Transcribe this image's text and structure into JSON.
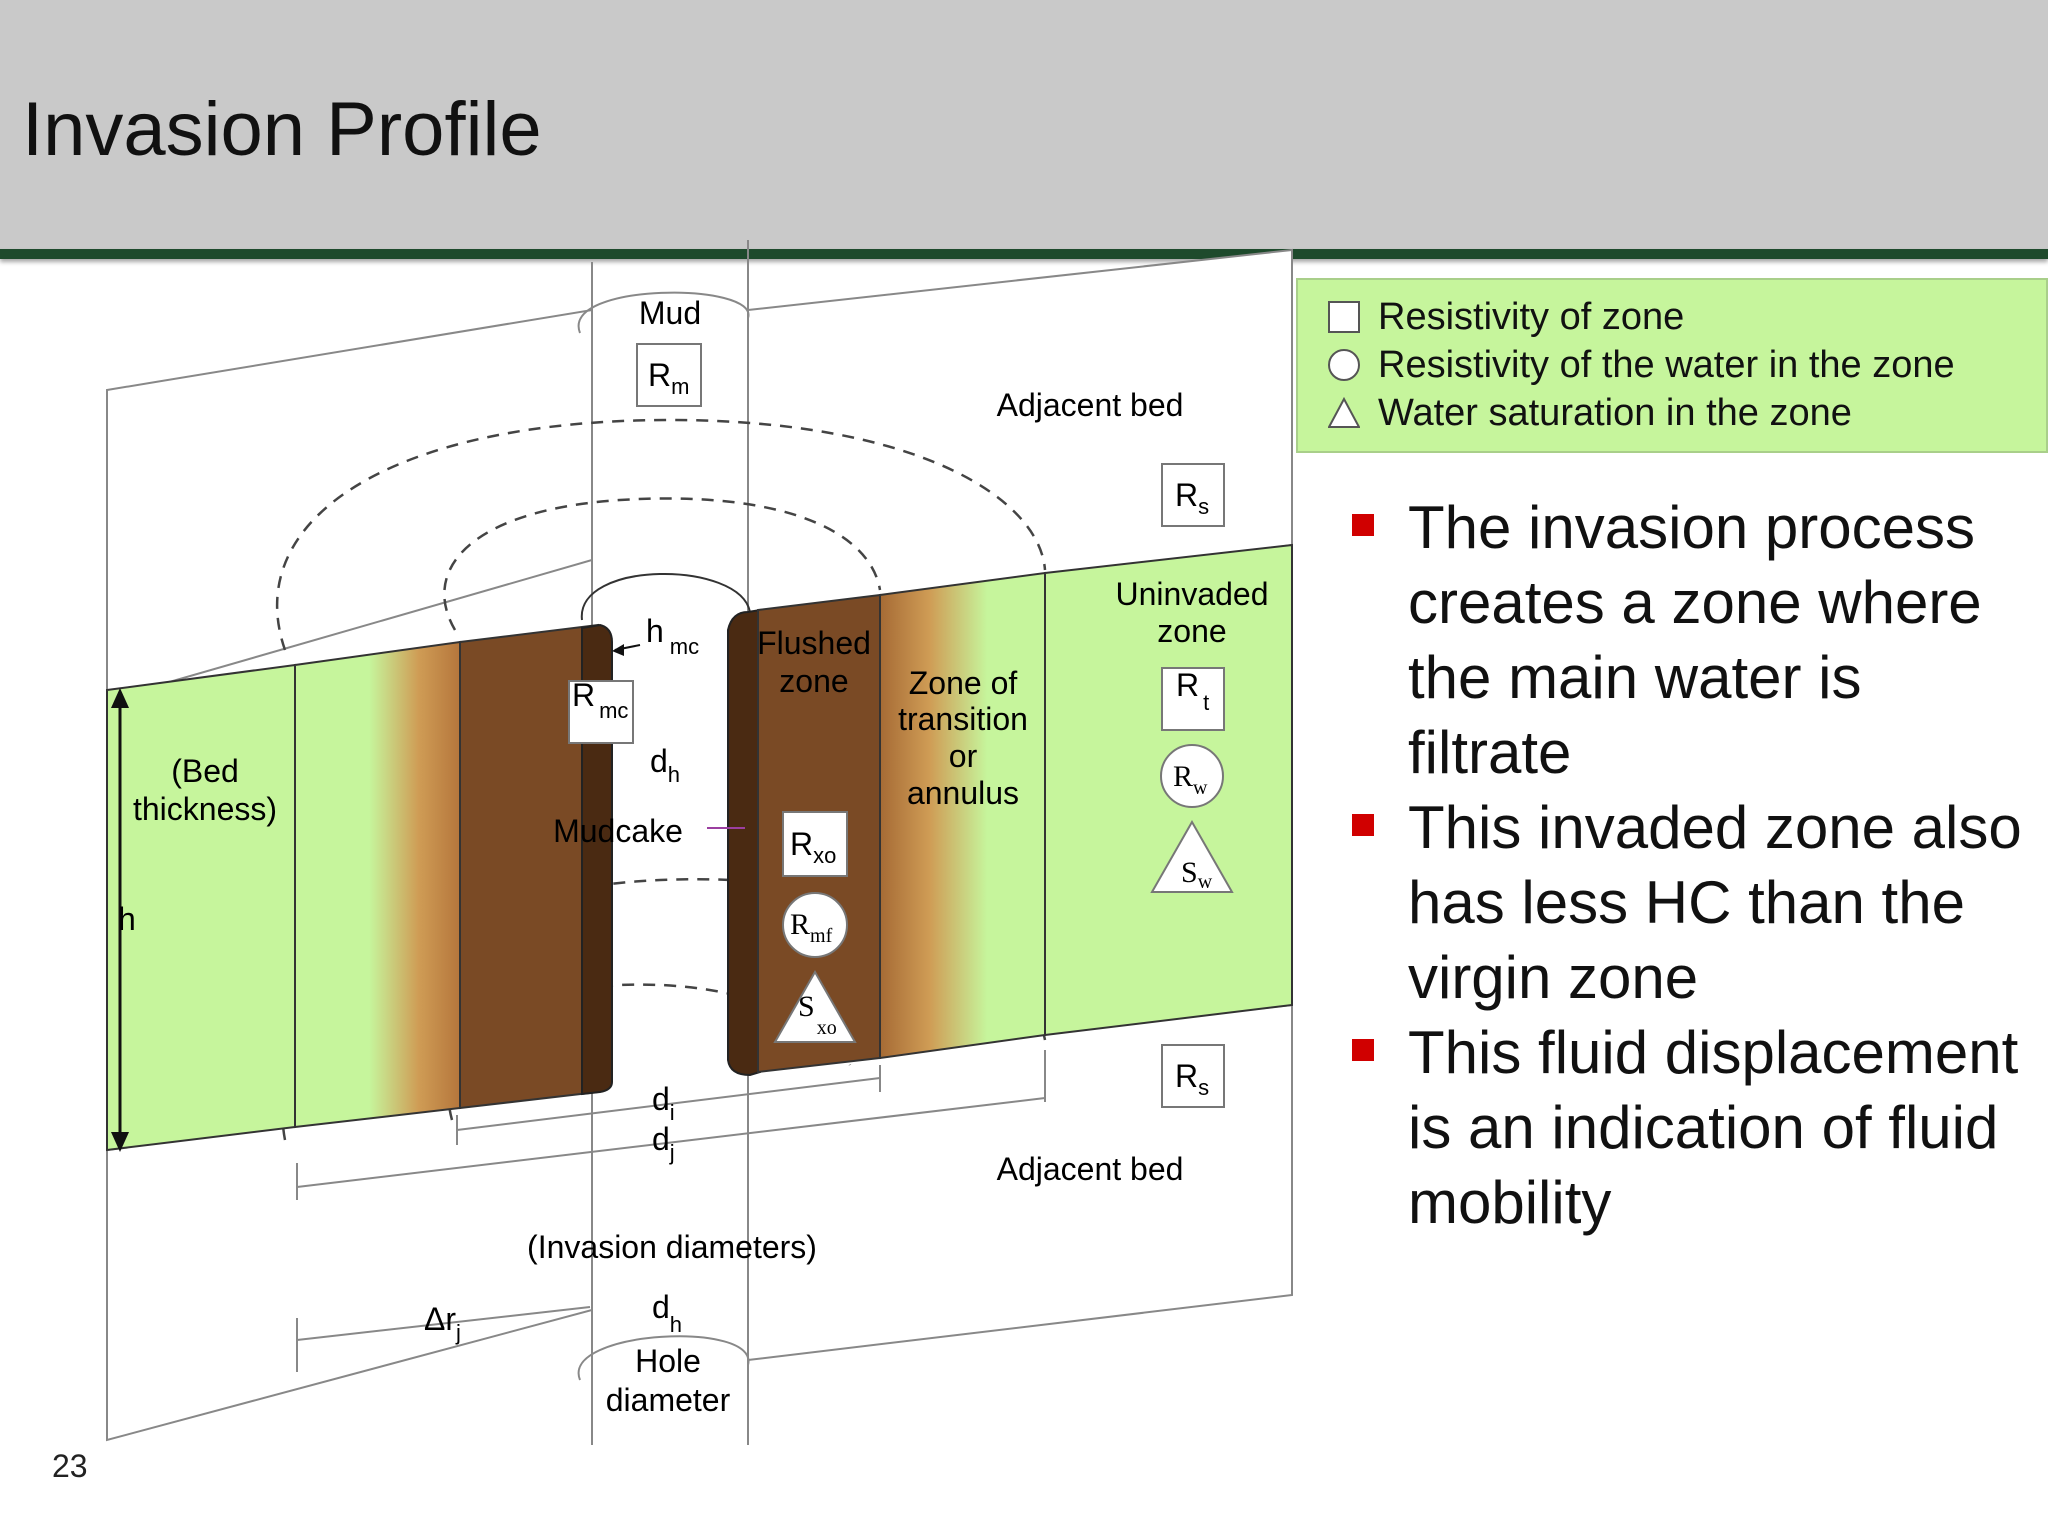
{
  "slide": {
    "title": "Invasion Profile",
    "number": "23"
  },
  "legend": {
    "items": [
      {
        "symbol": "square",
        "label": "Resistivity of zone"
      },
      {
        "symbol": "circle",
        "label": "Resistivity of the water in the zone"
      },
      {
        "symbol": "triangle",
        "label": "Water saturation in the zone"
      }
    ]
  },
  "bullets": [
    "The invasion process creates a zone where the main water is filtrate",
    "This invaded zone also has less HC than the virgin zone",
    "This fluid displacement is an indication of fluid mobility"
  ],
  "diagram": {
    "mud": "Mud",
    "adjacent_bed_top": "Adjacent bed",
    "adjacent_bed_bottom": "Adjacent bed",
    "flushed_zone": [
      "Flushed",
      "zone"
    ],
    "transition_zone": [
      "Zone of",
      "transition",
      "or",
      "annulus"
    ],
    "uninvaded_zone": [
      "Uninvaded",
      "zone"
    ],
    "bed_thickness": [
      "(Bed",
      "thickness)"
    ],
    "mudcake": "Mudcake",
    "invasion_diameters": "(Invasion diameters)",
    "hole_diameter": [
      "Hole",
      "diameter"
    ],
    "symbols": {
      "Rm": {
        "base": "R",
        "sub": "m"
      },
      "Rs_top": {
        "base": "R",
        "sub": "s"
      },
      "Rs_bottom": {
        "base": "R",
        "sub": "s"
      },
      "Rt": {
        "base": "R",
        "sub": "t"
      },
      "Rw": {
        "base": "R",
        "sub": "w"
      },
      "Sw": {
        "base": "S",
        "sub": "w"
      },
      "Rxo": {
        "base": "R",
        "sub": "xo"
      },
      "Rmf": {
        "base": "R",
        "sub": "mf"
      },
      "Sxo": {
        "base": "S",
        "sub": "xo"
      },
      "Rmc": {
        "base": "R",
        "sub": "mc"
      },
      "hmc": {
        "base": "h",
        "sub": "mc"
      },
      "dh_mid": {
        "base": "d",
        "sub": "h"
      },
      "di": {
        "base": "d",
        "sub": "i"
      },
      "dj": {
        "base": "d",
        "sub": "j"
      },
      "drj": {
        "base": "Δr",
        "sub": "j"
      },
      "dh_bottom": {
        "base": "d",
        "sub": "h"
      },
      "h": "h"
    }
  },
  "colors": {
    "header_bg": "#c9c9c9",
    "header_rule": "#1e4a2c",
    "green": "#c6f59c",
    "brown_dark": "#7a4a25",
    "brown_mid": "#c4884a",
    "bullet": "#d00000"
  }
}
